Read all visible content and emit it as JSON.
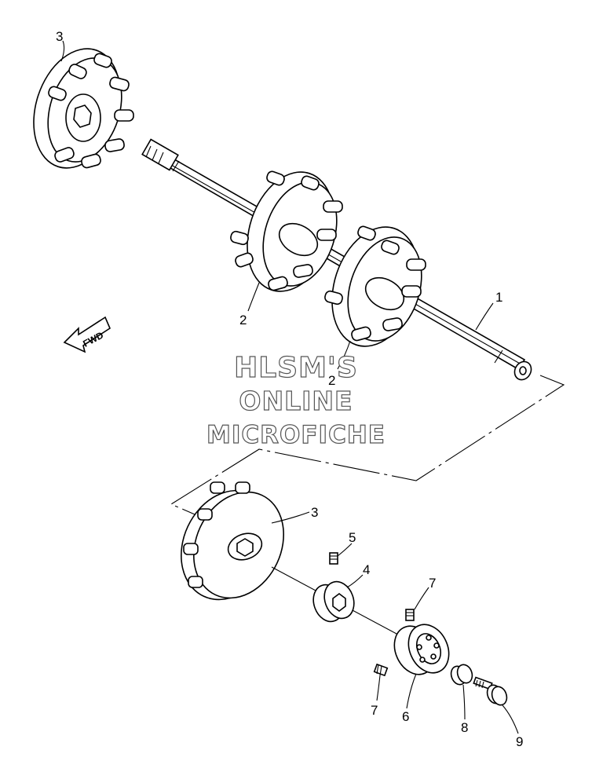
{
  "callouts": [
    {
      "id": "3a",
      "text": "3"
    },
    {
      "id": "2a",
      "text": "2"
    },
    {
      "id": "2b",
      "text": "2"
    },
    {
      "id": "1",
      "text": "1"
    },
    {
      "id": "3b",
      "text": "3"
    },
    {
      "id": "5",
      "text": "5"
    },
    {
      "id": "4",
      "text": "4"
    },
    {
      "id": "7a",
      "text": "7"
    },
    {
      "id": "7b",
      "text": "7"
    },
    {
      "id": "6",
      "text": "6"
    },
    {
      "id": "8",
      "text": "8"
    },
    {
      "id": "9",
      "text": "9"
    }
  ],
  "direction_marker": {
    "text": "FWD"
  },
  "watermark": {
    "line1": "HLSM'S",
    "line2": "ONLINE",
    "line3": "MICROFICHE"
  }
}
